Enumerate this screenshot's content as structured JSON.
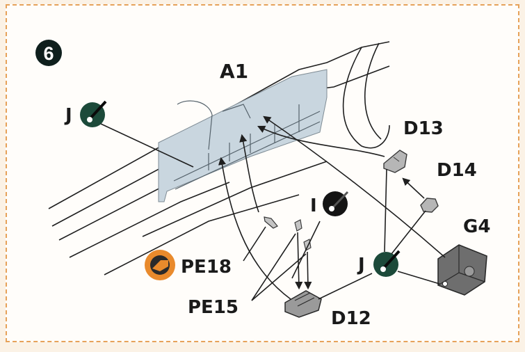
{
  "step": {
    "number": "6"
  },
  "labels": {
    "a1": "A1",
    "j_left": "J",
    "d13": "D13",
    "d14": "D14",
    "i": "I",
    "g4": "G4",
    "j_right": "J",
    "pe18": "PE18",
    "pe15": "PE15",
    "d12": "D12"
  },
  "colors": {
    "panel_border": "#e6a25a",
    "background": "#fffdfa",
    "step_badge": "#0f1f1d",
    "paint_dark_green": "#1c4a3a",
    "paint_black": "#141414",
    "photo_etch_badge": "#e98a2c",
    "hull_tint": "#c9d6df",
    "lines": "#1f1f1f"
  },
  "icons": {
    "step_badge": "step-number-badge",
    "paint_j": "paint-color-dot-icon",
    "paint_i": "paint-color-dot-icon",
    "photo_etch": "photo-etch-icon"
  }
}
